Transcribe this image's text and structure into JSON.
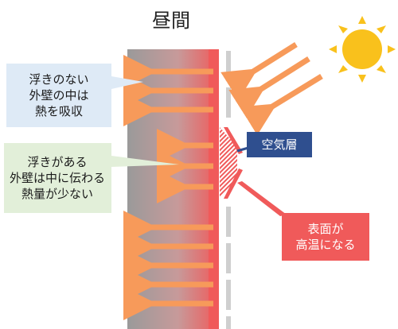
{
  "title": "昼間",
  "labels": {
    "no_float": "浮きのない\n外壁の中は\n熱を吸収",
    "float": "浮きがある\n外壁は中に伝わる\n熱量が少ない",
    "air_layer": "空気層",
    "surface_hot": "表面が\n高温になる"
  },
  "colors": {
    "wall_gray": "#9a9a9a",
    "wall_red": "#f05a5a",
    "arrow_orange": "#f79a5a",
    "sun": "#f9c11c",
    "callout_blue": "#deeaf6",
    "callout_green": "#e2efd9",
    "air_label": "#2f4f8f",
    "hot_label": "#f05a5a"
  },
  "icons": [
    "sun-icon"
  ]
}
